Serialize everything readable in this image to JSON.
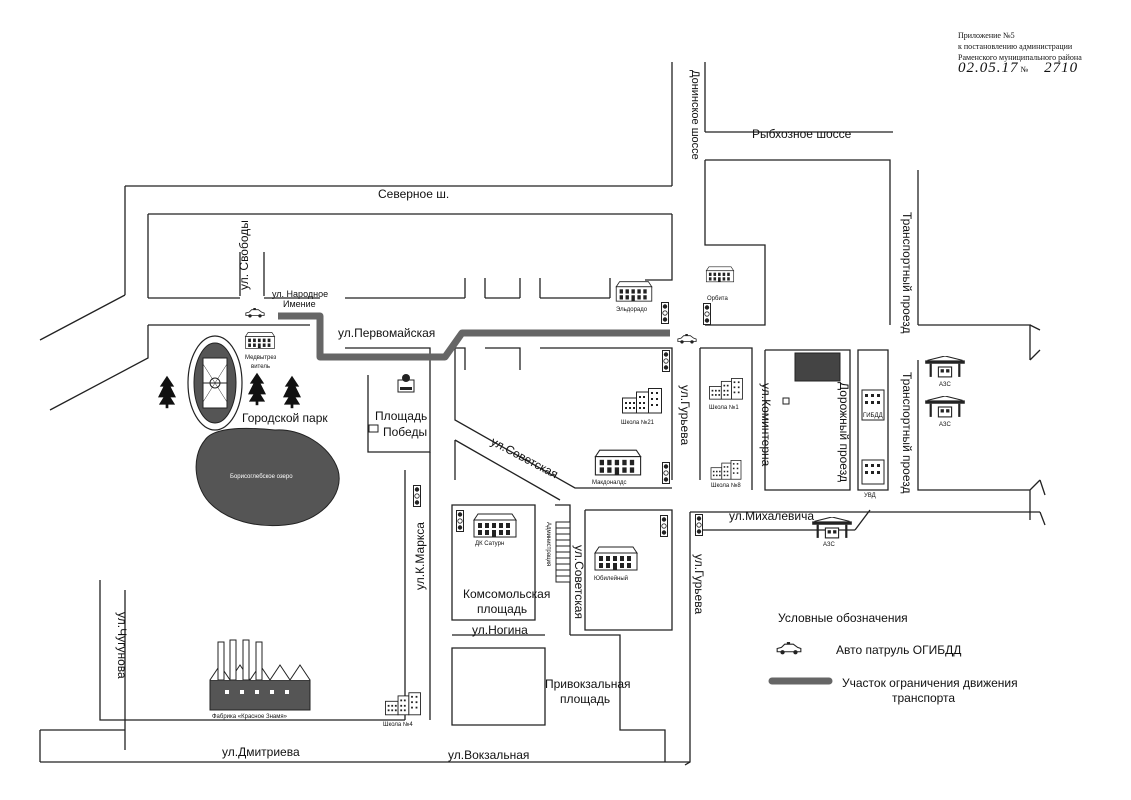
{
  "header": {
    "line1": "Приложение №5",
    "line2": "к постановлению  администрации",
    "line3": "Раменского муниципального района",
    "date_hand": "02.05.17",
    "number_sign": "№",
    "number_hand": "2710"
  },
  "streets": {
    "donskoe": "Донинское шоссе",
    "rybhoznoe": "Рыбхозное шоссе",
    "severnoe": "Северное ш.",
    "transport1": "Транспортный проезд",
    "transport2": "Транспортный проезд",
    "svobody": "ул. Свободы",
    "narodnoe_1": "ул. Народное",
    "narodnoe_2": "Имение",
    "pervomayskaya": "ул.Первомайская",
    "guryeva_top": "ул.Гурьева",
    "kominterna": "ул.Коминтерна",
    "dorozhny": "Дорожный проезд",
    "sovetskaya_diag": "ул.Советская",
    "mihalevicha": "ул.Михалевича",
    "k_marksa": "ул.К.Маркса",
    "sovetskaya_vert": "ул.Советская",
    "guryeva_bottom": "ул.Гурьева",
    "nogina": "ул.Ногина",
    "chugunova": "ул.Чугунова",
    "dmitrieva": "ул.Дмитриева",
    "vokzalnaya": "ул.Вокзальная"
  },
  "places": {
    "eldorado": "Эльдорадо",
    "orbita": "Орбита",
    "medvytrezvitel_1": "Медвытрез",
    "medvytrezvitel_2": "витель",
    "gorodskoy_park": "Городской парк",
    "ploshad_pobedy_1": "Площадь",
    "ploshad_pobedy_2": "Победы",
    "shkola21": "Школа №21",
    "shkola1": "Школа №1",
    "shkola8": "Школа №8",
    "shkola4": "Школа №4",
    "makdonalds": "Макдоналдс",
    "gibdd": "ГИБДД",
    "uvd": "УВД",
    "azs1": "АЗС",
    "azs2": "АЗС",
    "azs3": "АЗС",
    "borisoglebskoe": "Борисоглебское озеро",
    "dk_saturn": "ДК Сатурн",
    "administration": "Администрация",
    "yubileyny": "Юбилейный",
    "komsomolskaya_1": "Комсомольская",
    "komsomolskaya_2": "площадь",
    "privokzalnaya_1": "Привокзальная",
    "privokzalnaya_2": "площадь",
    "fabrika": "Фабрика «Красное Знамя»"
  },
  "legend": {
    "title": "Условные обозначения",
    "patrol": "Авто патруль ОГИБДД",
    "restriction_1": "Участок ограничения движения",
    "restriction_2": "транспорта"
  },
  "colors": {
    "restriction_line": "#666666",
    "lake": "#555555",
    "ink": "#222222"
  },
  "icons": [
    "patrol-car-icon",
    "traffic-light-icon",
    "tree-icon",
    "stadium-icon",
    "factory-icon",
    "monument-icon"
  ]
}
